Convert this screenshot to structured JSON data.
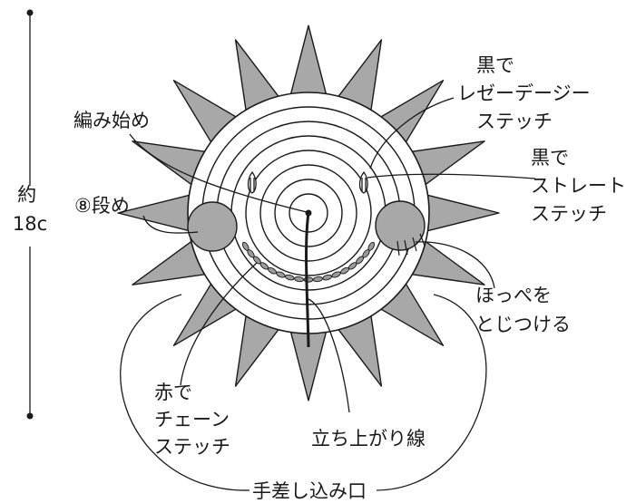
{
  "size_label": [
    "約",
    "18c"
  ],
  "labels": {
    "start": [
      "編み始め"
    ],
    "round8": [
      "⑧段め"
    ],
    "lazy_daisy": [
      "黒で",
      "レゼーデージー",
      "ステッチ"
    ],
    "straight": [
      "黒で",
      "ストレート",
      "ステッチ"
    ],
    "cheek": [
      "ほっぺを",
      "とじつける"
    ],
    "chain": [
      "赤で",
      "チェーン",
      "ステッチ"
    ],
    "rise_line": [
      "立ち上がり線"
    ],
    "opening": [
      "手差し込み口"
    ]
  },
  "colors": {
    "petal": "#a8a8a8",
    "cheek": "#a8a8a8",
    "face": "#ffffff",
    "stroke": "#1a1a1a"
  },
  "icons": [
    "sun-petals",
    "eye-lazy-daisy",
    "cheek-circle",
    "chain-stitch-mouth"
  ]
}
